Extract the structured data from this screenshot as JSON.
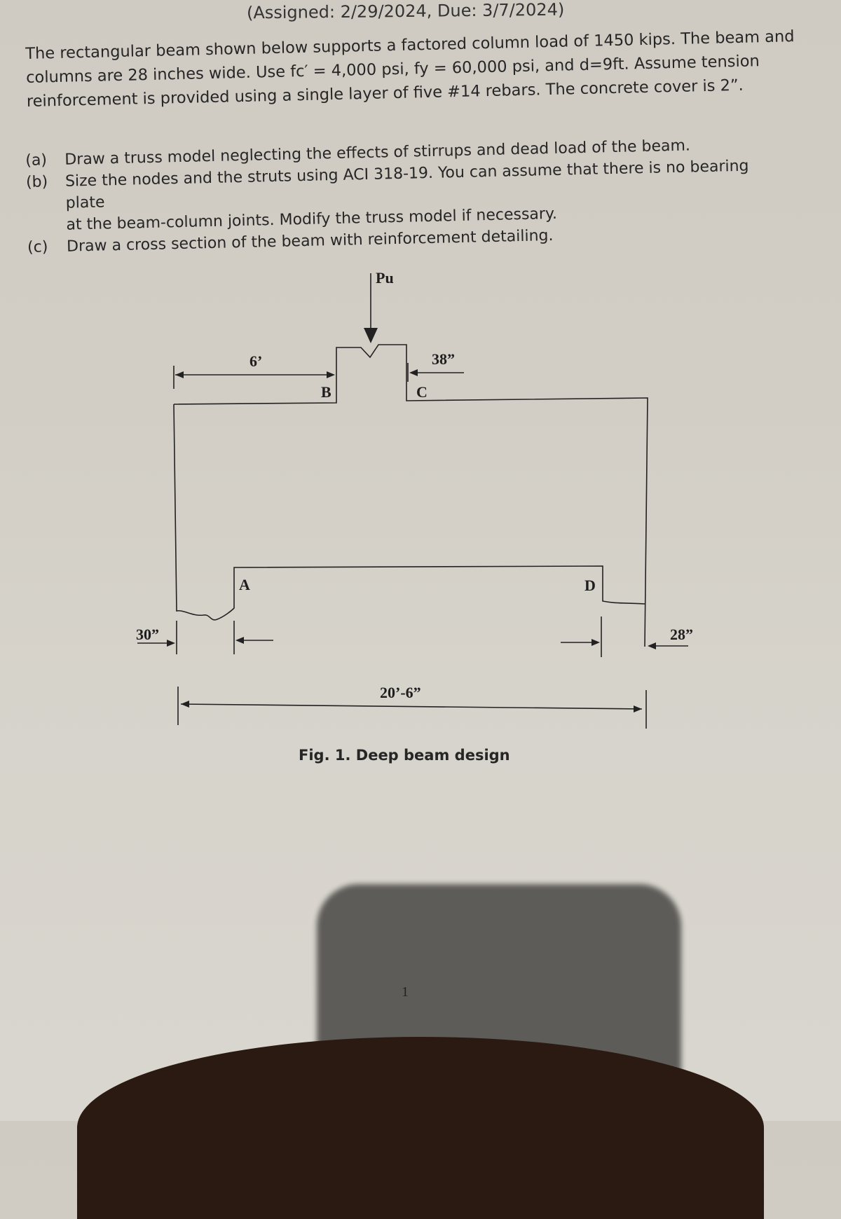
{
  "header": {
    "assigned": "(Assigned: 2/29/2024, Due: 3/7/2024)"
  },
  "problem": {
    "lines": [
      "The rectangular beam shown below supports a factored column load of 1450 kips. The beam and",
      "columns are 28 inches wide. Use fc′ = 4,000 psi, fy = 60,000 psi, and d=9ft. Assume tension",
      "reinforcement is provided using a single layer of five #14 rebars. The concrete cover is 2”."
    ]
  },
  "parts": [
    {
      "label": "(a)",
      "lines": [
        "Draw a truss model neglecting the effects of stirrups and dead load of the beam."
      ]
    },
    {
      "label": "(b)",
      "lines": [
        "Size the nodes and the struts using ACI 318-19. You can assume that there is no bearing plate",
        "at the beam-column joints. Modify the truss model if necessary."
      ]
    },
    {
      "label": "(c)",
      "lines": [
        "Draw a cross section of the beam with reinforcement detailing."
      ]
    }
  ],
  "figure": {
    "load_label": "Pu",
    "dim_left_top": "6’",
    "dim_column": "38”",
    "node_b": "B",
    "node_c": "C",
    "node_a": "A",
    "node_d": "D",
    "dim_left_support": "30”",
    "dim_right_support": "28”",
    "dim_span": "20’-6”",
    "caption": "Fig. 1. Deep beam design"
  },
  "page_number": "1"
}
